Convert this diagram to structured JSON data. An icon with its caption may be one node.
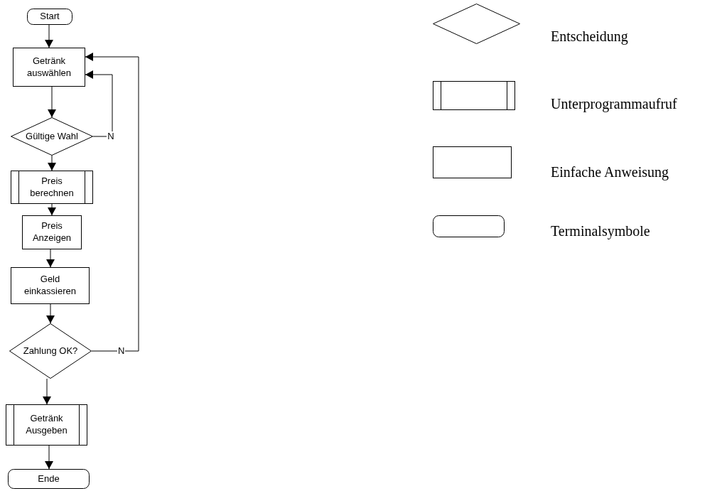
{
  "diagram": {
    "nodes": [
      {
        "text": [
          "Start"
        ]
      },
      {
        "text": [
          "Getränk auswählen"
        ]
      },
      {
        "text": [
          "Gültige Wahl"
        ]
      },
      {
        "text": [
          "Preis berechnen"
        ]
      },
      {
        "text": [
          "Preis Anzeigen"
        ]
      },
      {
        "text": [
          "Geld einkassieren"
        ]
      },
      {
        "text": [
          "Zahlung OK?"
        ]
      },
      {
        "text": [
          "Getränk Ausgeben"
        ]
      },
      {
        "text": [
          "Ende"
        ]
      }
    ],
    "edges": [
      {
        "from": 0,
        "to": 1,
        "arrow": "to"
      },
      {
        "from": 1,
        "to": 2,
        "arrow": "to"
      },
      {
        "from": 2,
        "to": 3,
        "arrow": "to"
      },
      {
        "from": 3,
        "to": 4,
        "arrow": "to"
      },
      {
        "from": 4,
        "to": 5,
        "arrow": "to"
      },
      {
        "from": 5,
        "to": 6,
        "arrow": "to"
      },
      {
        "from": 6,
        "to": 7,
        "arrow": "to"
      },
      {
        "from": 7,
        "to": 8,
        "arrow": "to"
      },
      {
        "from": 2,
        "to": 1,
        "arrow": "to",
        "label": "N"
      },
      {
        "from": 6,
        "to": 1,
        "arrow": "to",
        "label": "N"
      }
    ],
    "legend": [
      {
        "text": "Entscheidung"
      },
      {
        "text": "Unterprogrammaufruf"
      },
      {
        "text": "Einfache Anweisung"
      },
      {
        "text": "Terminalsymbole"
      }
    ]
  }
}
